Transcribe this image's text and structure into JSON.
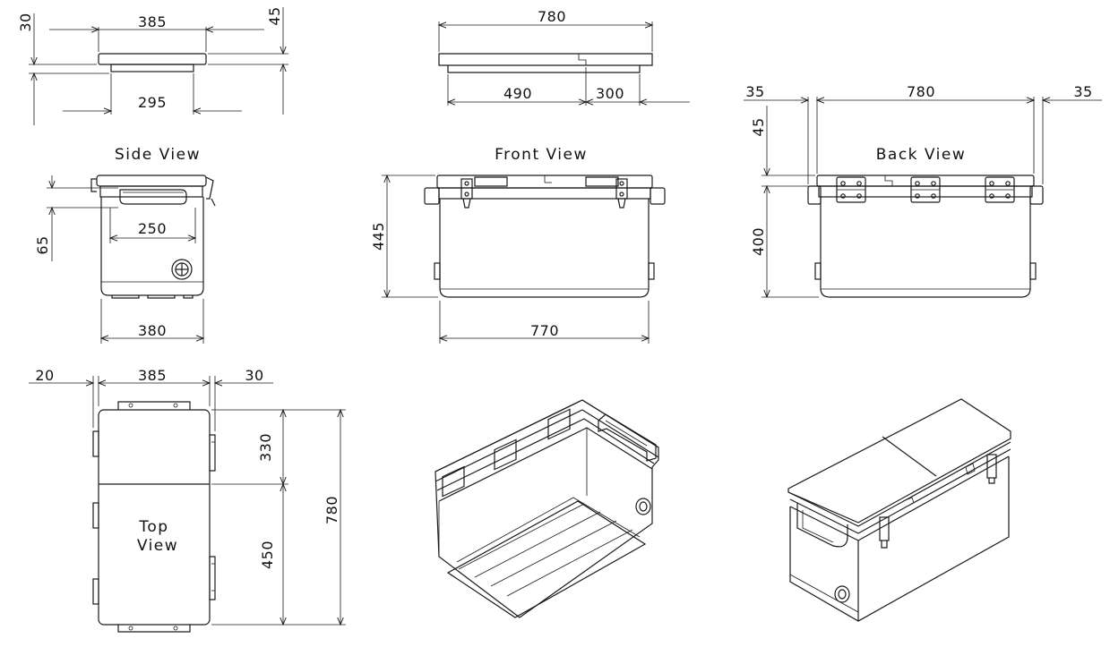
{
  "drawing": {
    "views": {
      "side": "Side View",
      "front": "Front View",
      "back": "Back View",
      "top_line1": "Top",
      "top_line2": "View"
    },
    "lid_side_detail": {
      "width": "385",
      "base": "295",
      "lid": "30",
      "rim": "45"
    },
    "lid_front_detail": {
      "width": "780",
      "left": "490",
      "right": "300"
    },
    "side_view": {
      "handle": "250",
      "depth": "65",
      "width": "380"
    },
    "front_view": {
      "height": "445",
      "width": "770"
    },
    "back_view": {
      "left": "35",
      "width": "780",
      "right": "35",
      "lid": "45",
      "height": "400"
    },
    "top_view": {
      "left": "20",
      "width": "385",
      "right": "30",
      "upper": "330",
      "lower": "450",
      "total": "780"
    }
  }
}
